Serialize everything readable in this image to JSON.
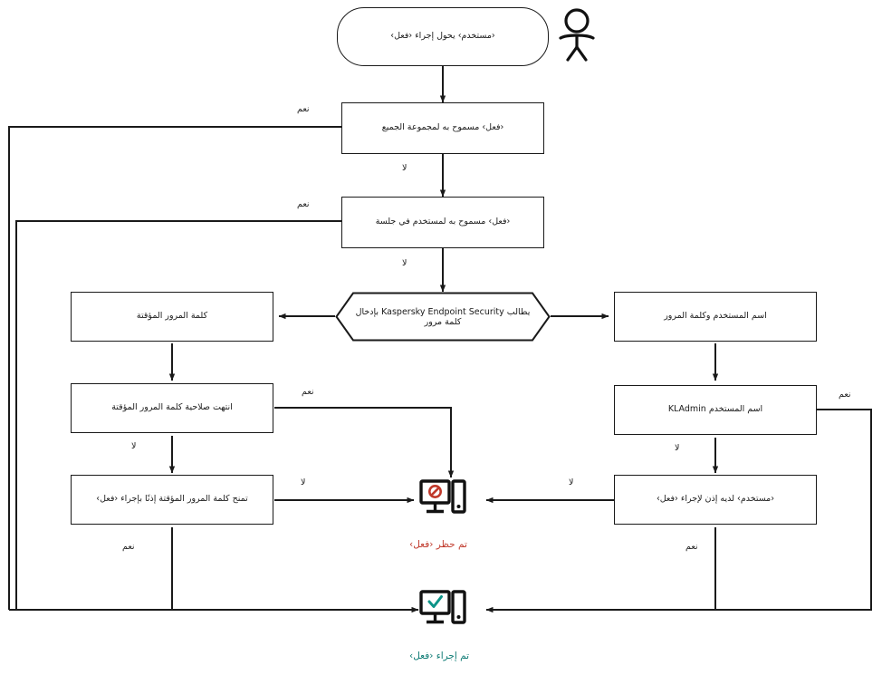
{
  "diagram": {
    "title": "Kaspersky Endpoint Security password check flowchart",
    "direction": "rtl",
    "language": "ar",
    "colors": {
      "line": "#1a1a1a",
      "box_border": "#1a1a1a",
      "blocked_text": "#c0392b",
      "blocked_icon": "#c0392b",
      "done_text": "#0d7b74",
      "done_icon": "#0d7b74",
      "background": "#ffffff"
    },
    "nodes": {
      "start": {
        "label": "‹مستخدم› يحول إجراء ‹فعل›",
        "shape": "terminator"
      },
      "actor": {
        "label": "user-actor",
        "shape": "stick-figure"
      },
      "allowed_everyone": {
        "label": "‹فعل› مسموح به لمجموعة الجميع",
        "shape": "process"
      },
      "allowed_session": {
        "label": "‹فعل› مسموح به لمستخدم في جلسة",
        "shape": "process"
      },
      "prompt": {
        "label": "يطالب Kaspersky Endpoint Security بإدخال كلمة مرور",
        "shape": "hexagon"
      },
      "temp_password": {
        "label": "كلمة المرور المؤقتة",
        "shape": "process"
      },
      "user_and_password": {
        "label": "اسم المستخدم وكلمة المرور",
        "shape": "process"
      },
      "temp_expired": {
        "label": "انتهت صلاحية كلمة المرور المؤقتة",
        "shape": "process"
      },
      "kladmin": {
        "label": "اسم المستخدم KLAdmin",
        "shape": "process"
      },
      "temp_grants": {
        "label": "تمنح كلمة المرور المؤقتة إذنًا بإجراء ‹فعل›",
        "shape": "process"
      },
      "user_permission": {
        "label": "‹مستخدم› لديه إذن لإجراء ‹فعل›",
        "shape": "process"
      },
      "blocked": {
        "label": "blocked-device-icon",
        "shape": "icon"
      },
      "done": {
        "label": "allowed-device-icon",
        "shape": "icon"
      }
    },
    "edge_labels": {
      "yes": "نعم",
      "no": "لا"
    },
    "edges": [
      {
        "from": "start",
        "to": "allowed_everyone",
        "label": ""
      },
      {
        "from": "allowed_everyone",
        "to": "done",
        "label": "نعم"
      },
      {
        "from": "allowed_everyone",
        "to": "allowed_session",
        "label": "لا"
      },
      {
        "from": "allowed_session",
        "to": "done",
        "label": "نعم"
      },
      {
        "from": "allowed_session",
        "to": "prompt",
        "label": "لا"
      },
      {
        "from": "prompt",
        "to": "temp_password",
        "label": ""
      },
      {
        "from": "prompt",
        "to": "user_and_password",
        "label": ""
      },
      {
        "from": "temp_password",
        "to": "temp_expired",
        "label": ""
      },
      {
        "from": "user_and_password",
        "to": "kladmin",
        "label": ""
      },
      {
        "from": "temp_expired",
        "to": "blocked",
        "label": "نعم"
      },
      {
        "from": "temp_expired",
        "to": "temp_grants",
        "label": "لا"
      },
      {
        "from": "kladmin",
        "to": "done",
        "label": "نعم"
      },
      {
        "from": "kladmin",
        "to": "user_permission",
        "label": "لا"
      },
      {
        "from": "temp_grants",
        "to": "blocked",
        "label": "لا"
      },
      {
        "from": "temp_grants",
        "to": "done",
        "label": "نعم"
      },
      {
        "from": "user_permission",
        "to": "blocked",
        "label": "لا"
      },
      {
        "from": "user_permission",
        "to": "done",
        "label": "نعم"
      }
    ],
    "captions": {
      "blocked": "تم حظر ‹فعل›",
      "done": "تم إجراء ‹فعل›"
    },
    "labels_positioned": [
      {
        "key": "yes_everyone",
        "text": "نعم"
      },
      {
        "key": "no_everyone",
        "text": "لا"
      },
      {
        "key": "yes_session",
        "text": "نعم"
      },
      {
        "key": "no_session",
        "text": "لا"
      },
      {
        "key": "yes_expired",
        "text": "نعم"
      },
      {
        "key": "no_expired",
        "text": "لا"
      },
      {
        "key": "no_grants",
        "text": "لا"
      },
      {
        "key": "yes_grants",
        "text": "نعم"
      },
      {
        "key": "yes_kladmin",
        "text": "نعم"
      },
      {
        "key": "no_kladmin",
        "text": "لا"
      },
      {
        "key": "no_permission",
        "text": "لا"
      },
      {
        "key": "yes_permission",
        "text": "نعم"
      }
    ]
  }
}
